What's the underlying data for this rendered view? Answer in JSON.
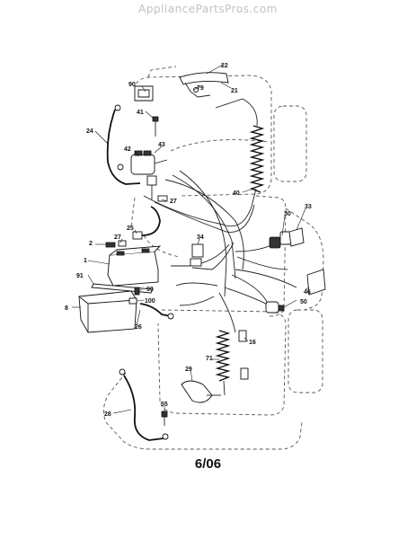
{
  "watermark": "AppliancePartsPros.com",
  "page_number": "6/06",
  "callouts": [
    "22",
    "79",
    "21",
    "90",
    "41",
    "24",
    "43",
    "42",
    "40",
    "27",
    "30",
    "33",
    "25",
    "27",
    "2",
    "34",
    "1",
    "91",
    "99",
    "8",
    "100",
    "26",
    "46",
    "50",
    "71",
    "16",
    "29",
    "28",
    "55"
  ]
}
